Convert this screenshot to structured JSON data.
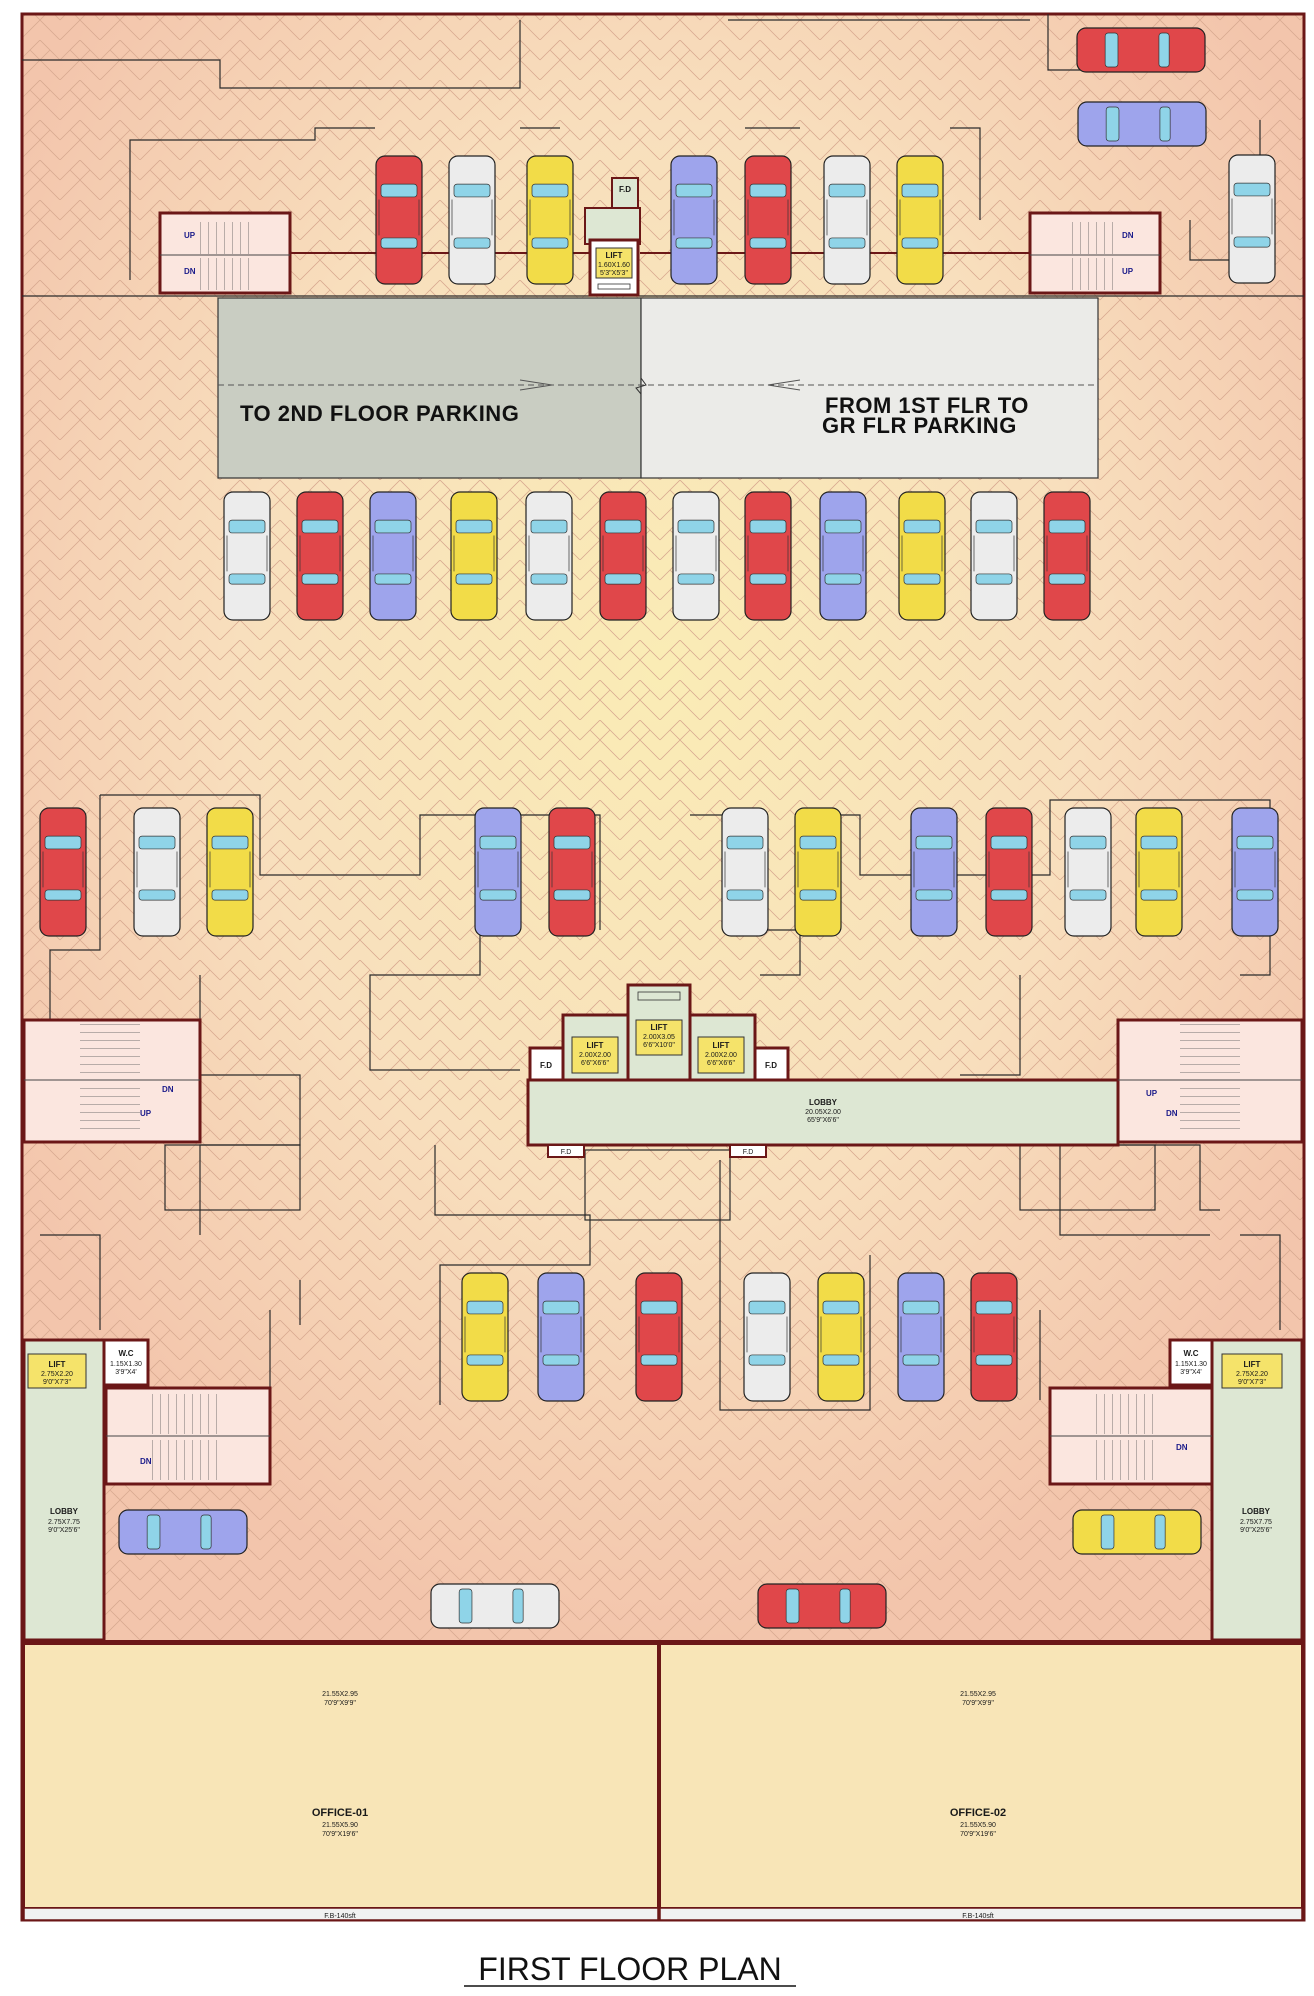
{
  "plan_title": "FIRST FLOOR PLAN",
  "ramp": {
    "left_label": "TO 2ND FLOOR PARKING",
    "right_label_line1": "FROM 1ST FLR TO",
    "right_label_line2": "GR FLR PARKING"
  },
  "top_lift": {
    "label": "LIFT",
    "dim1": "1.60X1.60",
    "dim2": "5'3\"X5'3\"",
    "fd": "F.D"
  },
  "central_core": {
    "lift_center": {
      "label": "LIFT",
      "dim1": "2.00X3.05",
      "dim2": "6'6\"X10'0\""
    },
    "lift_left": {
      "label": "LIFT",
      "dim1": "2.00X2.00",
      "dim2": "6'6\"X6'6\""
    },
    "lift_right": {
      "label": "LIFT",
      "dim1": "2.00X2.00",
      "dim2": "6'6\"X6'6\""
    },
    "fd": "F.D",
    "lobby": {
      "label": "LOBBY",
      "dim1": "20.05X2.00",
      "dim2": "65'9\"X6'6\""
    }
  },
  "side_cores": {
    "lift": {
      "label": "LIFT",
      "dim1": "2.75X2.20",
      "dim2": "9'0\"X7'3\""
    },
    "wc": {
      "label": "W.C",
      "dim1": "1.15X1.30",
      "dim2": "3'9\"X4'"
    },
    "lobby": {
      "label": "LOBBY",
      "dim1": "2.75X7.75",
      "dim2": "9'0\"X25'6\""
    }
  },
  "stairs": {
    "up": "UP",
    "dn": "DN"
  },
  "offices": [
    {
      "name": "OFFICE-01",
      "dim_top1": "21.55X2.95",
      "dim_top2": "70'9\"X9'9\"",
      "dim1": "21.55X5.90",
      "dim2": "70'9\"X19'6\"",
      "fb": "F.B-140sft"
    },
    {
      "name": "OFFICE-02",
      "dim_top1": "21.55X2.95",
      "dim_top2": "70'9\"X9'9\"",
      "dim1": "21.55X5.90",
      "dim2": "70'9\"X19'6\"",
      "fb": "F.B-140sft"
    }
  ],
  "colors": {
    "floor": "#f7d7bc",
    "floor_center": "#f9e7b4",
    "wall": "#6b1717",
    "core": "#dde7d3",
    "office": "#f8e5b7",
    "car_red": "#e0474a",
    "car_white": "#ececec",
    "car_yellow": "#f2dc48",
    "car_blue": "#9ea4ec",
    "ramp_dark": "#c9cdc2",
    "ramp_light": "#ebebe8"
  },
  "cars": {
    "top_row": [
      "red",
      "white",
      "yellow",
      "blue",
      "red",
      "white",
      "yellow"
    ],
    "top_right_horizontal": [
      "red",
      "blue"
    ],
    "top_right_vertical": "white",
    "row2": [
      "white",
      "red",
      "blue",
      "yellow",
      "white",
      "red",
      "white",
      "red",
      "blue",
      "yellow",
      "white",
      "red"
    ],
    "row3": [
      "red",
      "white",
      "yellow",
      "blue",
      "red",
      "white",
      "yellow",
      "blue",
      "red",
      "white",
      "yellow",
      "blue"
    ],
    "row4": [
      "yellow",
      "blue",
      "red",
      "white",
      "yellow",
      "blue",
      "red"
    ],
    "bottom_horizontal": [
      "blue",
      "yellow",
      "white",
      "red"
    ]
  }
}
